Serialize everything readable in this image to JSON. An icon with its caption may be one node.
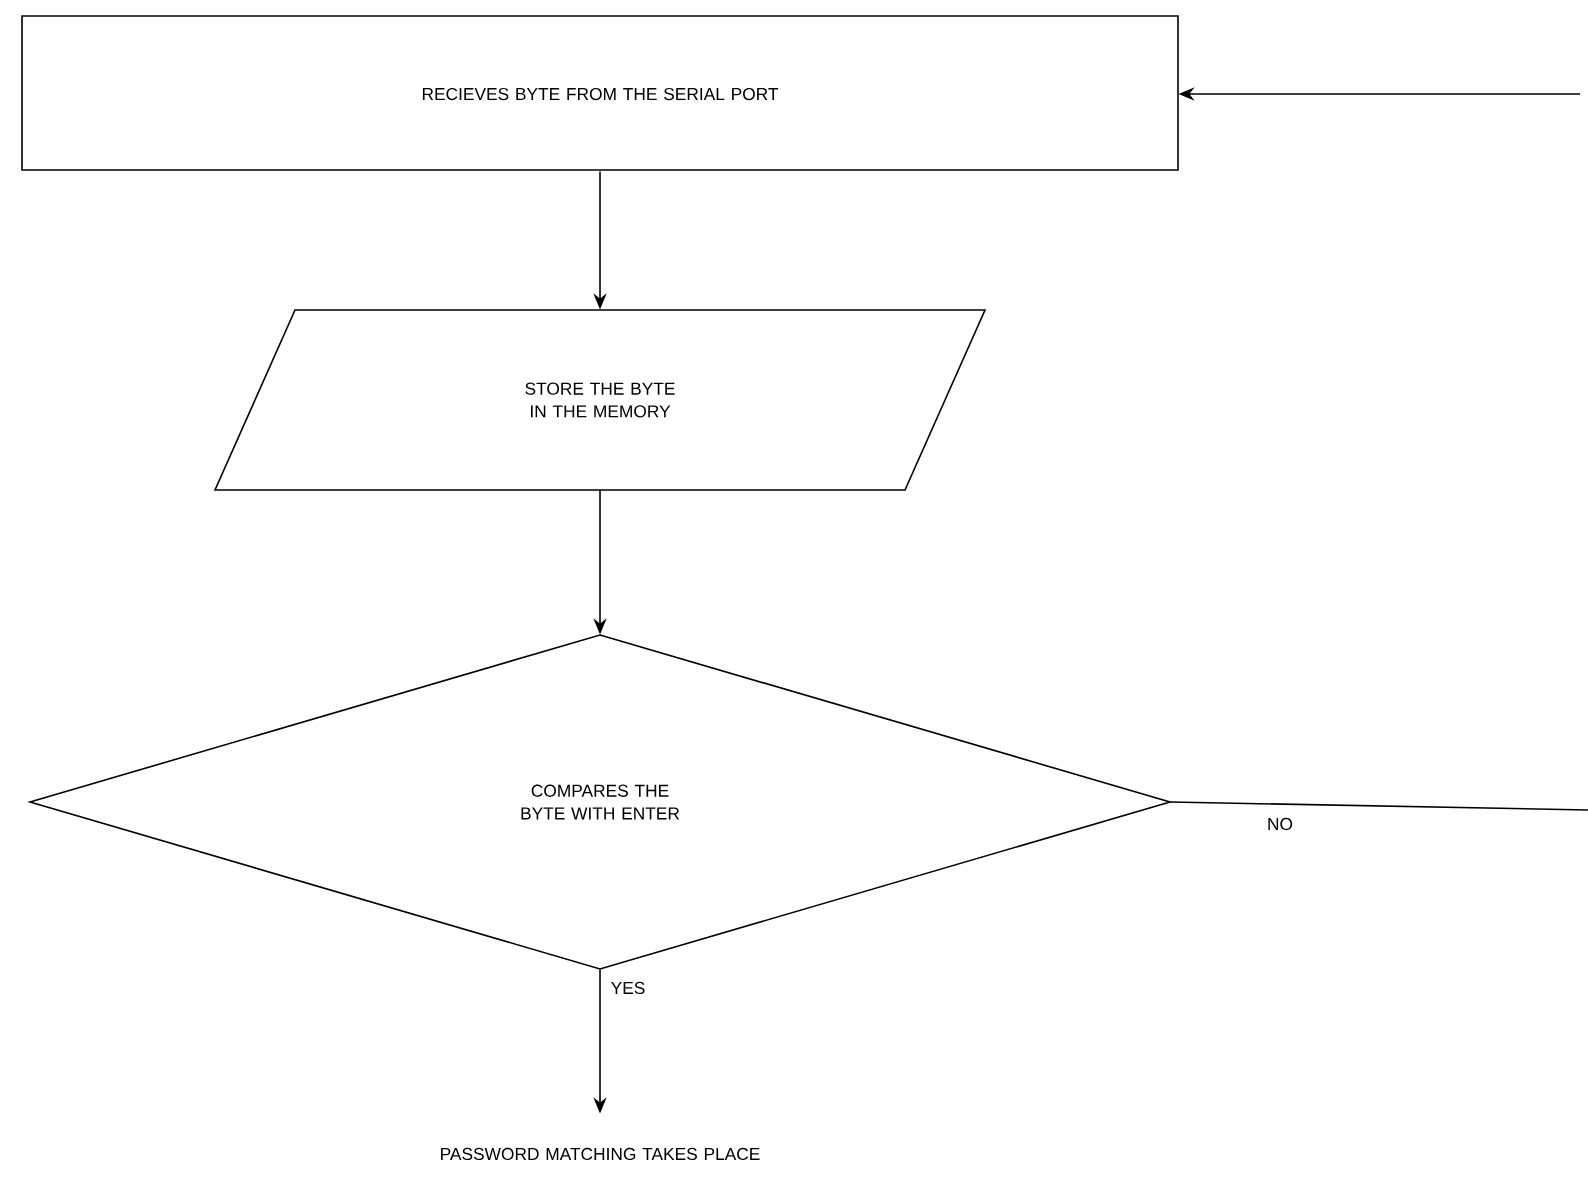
{
  "diagram": {
    "nodes": [
      {
        "text": [
          "RECIEVES BYTE FROM THE SERIAL PORT"
        ]
      },
      {
        "text": [
          "STORE THE BYTE IN THE MEMORY"
        ]
      },
      {
        "text": [
          "COMPARES THE BYTE WITH ENTER"
        ]
      },
      {
        "text": [
          "PASSWORD MATCHING TAKES PLACE"
        ]
      }
    ],
    "edges": [
      {
        "from": null,
        "to": 0,
        "arrow": "to"
      },
      {
        "from": 0,
        "to": 1,
        "arrow": "to"
      },
      {
        "from": 1,
        "to": 2,
        "arrow": "to"
      },
      {
        "from": 2,
        "to": null,
        "arrow": "none",
        "label": "NO"
      },
      {
        "from": 2,
        "to": 3,
        "arrow": "to",
        "label": "YES"
      }
    ]
  }
}
